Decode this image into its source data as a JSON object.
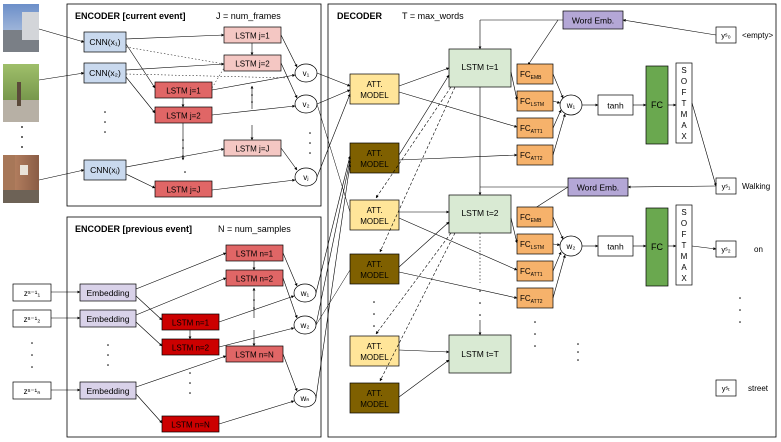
{
  "encoder_current": {
    "title": "ENCODER  [current event]",
    "param": "J = num_frames",
    "cnn": [
      "CNN(x₁)",
      "CNN(x₂)",
      "CNN(xⱼ)"
    ],
    "lstm_top": [
      "LSTM j=1",
      "LSTM j=2",
      "LSTM j=J"
    ],
    "lstm_bottom": [
      "LSTM j=1",
      "LSTM j=2",
      "LSTM j=J"
    ],
    "v": [
      "v₁",
      "v₂",
      "vⱼ"
    ]
  },
  "encoder_previous": {
    "title": "ENCODER  [previous event]",
    "param": "N = num_samples",
    "z": [
      "zˢ⁻¹₁",
      "zˢ⁻¹₂",
      "zˢ⁻¹ₙ"
    ],
    "embedding": [
      "Embedding",
      "Embedding",
      "Embedding"
    ],
    "lstm_top": [
      "LSTM n=1",
      "LSTM n=2",
      "LSTM n=N"
    ],
    "lstm_bottom": [
      "LSTM n=1",
      "LSTM n=2",
      "LSTM n=N"
    ],
    "w": [
      "w₁",
      "w₂",
      "wₙ"
    ]
  },
  "decoder": {
    "title": "DECODER",
    "param": "T = max_words",
    "att_model": "ATT. MODEL",
    "lstm": [
      "LSTM t=1",
      "LSTM t=2",
      "LSTM t=T"
    ],
    "word_emb": "Word Emb.",
    "fc_emb": "FCEMB",
    "fc_lstm": "FCLSTM",
    "fc_att1": "FCATT1",
    "fc_att2": "FCATT2",
    "w": [
      "w₁",
      "w₂"
    ],
    "tanh": "tanh",
    "fc": "FC",
    "softmax_letters": [
      "S",
      "O",
      "F",
      "T",
      "M",
      "A",
      "X"
    ]
  },
  "outputs": [
    {
      "label": "yˢ₀",
      "word": "<empty>"
    },
    {
      "label": "yˢ₁",
      "word": "Walking"
    },
    {
      "label": "yˢ₂",
      "word": "on"
    },
    {
      "label": "yˢₜ",
      "word": "street"
    }
  ],
  "colors": {
    "cnn_fill": "#c9d9ee",
    "lstm_light": "#f4c7c3",
    "lstm_mid": "#e06666",
    "lstm_dark": "#cc0000",
    "embedding_fill": "#d9d2e9",
    "att_light": "#ffe599",
    "att_dark": "#7f6000",
    "lstm_decoder": "#d9ead3",
    "fc_orange": "#f6b26b",
    "fc_green": "#6aa84f",
    "word_emb": "#b4a7d6"
  },
  "icons": [
    "street-photo-1",
    "street-photo-2",
    "street-photo-3"
  ]
}
